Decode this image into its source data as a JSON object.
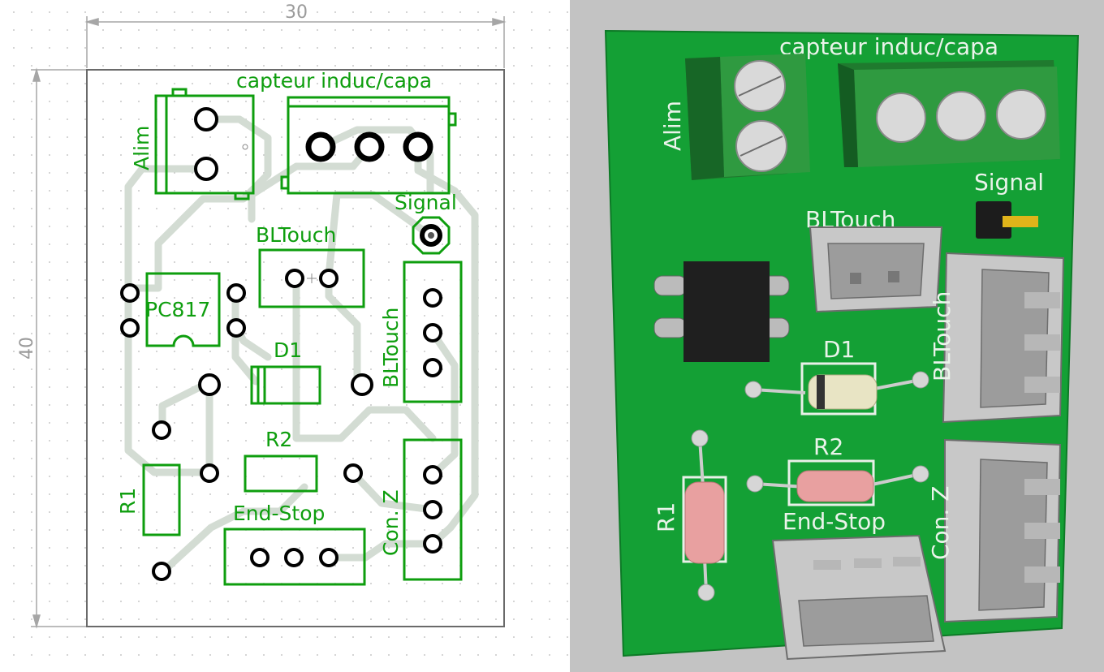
{
  "schematic": {
    "dimensions": {
      "width": "30",
      "height": "40"
    },
    "labels": {
      "capteur": "capteur  induc/capa",
      "alim": "Alim",
      "signal": "Signal",
      "bltouch_top": "BLTouch",
      "pc817": "PC817",
      "bltouch_side": "BLTouch",
      "d1": "D1",
      "r2": "R2",
      "r1": "R1",
      "endstop": "End-Stop",
      "conz": "Con. Z"
    }
  },
  "render3d": {
    "labels": {
      "capteur": "capteur  induc/capa",
      "alim": "Alim",
      "signal": "Signal",
      "bltouch": "BLTouch",
      "d1": "D1",
      "r2": "R2",
      "r1": "R1",
      "endstop": "End-Stop",
      "bltouch_side": "BLTouch",
      "conz": "Con. Z"
    },
    "colors": {
      "pcb": "#14a035",
      "background": "#c3c3c3"
    }
  }
}
